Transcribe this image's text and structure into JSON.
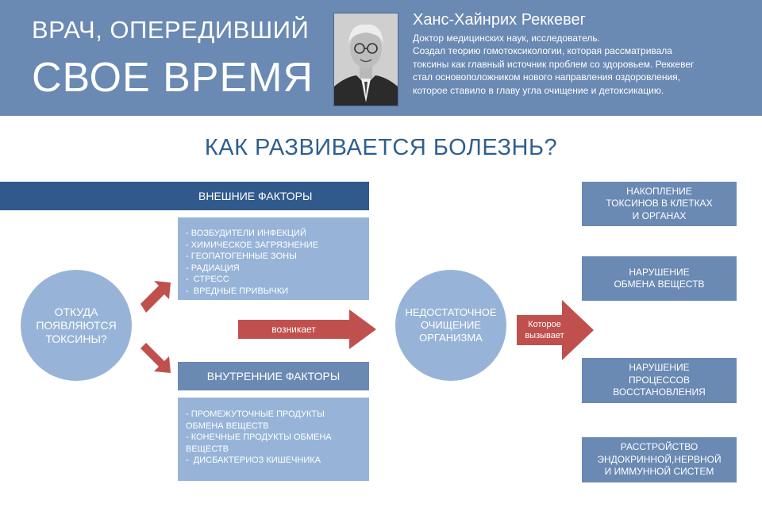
{
  "header": {
    "title_line1": "ВРАЧ, ОПЕРЕДИВШИЙ",
    "title_line2": "СВОЕ ВРЕМЯ",
    "person_name": "Ханс-Хайнрих Реккевег",
    "bio_lines": [
      "Доктор медицинских наук, исследователь.",
      "Создал теорию гомотоксикологии, которая рассматривала",
      "токсины как главный источник проблем со здоровьем. Реккевег",
      "стал основоположником нового направления оздоровления,",
      "которое ставило в главу угла очищение и детоксикацию."
    ]
  },
  "main_title": "КАК РАЗВИВАЕТСЯ БОЛЕЗНЬ?",
  "source_circle": {
    "lines": [
      "ОТКУДА",
      "ПОЯВЛЯЮТСЯ",
      "ТОКСИНЫ?"
    ]
  },
  "external": {
    "title": "ВНЕШНИЕ ФАКТОРЫ",
    "items": [
      "- ВОЗБУДИТЕЛИ ИНФЕКЦИЙ",
      "- ХИМИЧЕСКОЕ ЗАГРЯЗНЕНИЕ",
      "- ГЕОПАТОГЕННЫЕ ЗОНЫ",
      "- РАДИАЦИЯ",
      "-  СТРЕСС",
      "-  ВРЕДНЫЕ ПРИВЫЧКИ"
    ]
  },
  "internal": {
    "title": "ВНУТРЕННИЕ ФАКТОРЫ",
    "items": [
      "- ПРОМЕЖУТОЧНЫЕ ПРОДУКТЫ",
      "ОБМЕНА ВЕЩЕСТВ",
      "- КОНЕЧНЫЕ ПРОДУКТЫ ОБМЕНА",
      "ВЕЩЕСТВ",
      "-  ДИСБАКТЕРИОЗ КИШЕЧНИКА"
    ]
  },
  "arrow_arises": "возникает",
  "middle_circle": {
    "lines": [
      "НЕДОСТАТОЧНОЕ",
      "ОЧИЩЕНИЕ",
      "ОРГАНИЗМА"
    ]
  },
  "arrow_causes": {
    "lines": [
      "Которое",
      "вызывает"
    ]
  },
  "results": [
    {
      "lines": [
        "НАКОПЛЕНИЕ",
        "ТОКСИНОВ В КЛЕТКАХ",
        "И ОРГАНАХ"
      ]
    },
    {
      "lines": [
        "НАРУШЕНИЕ",
        "ОБМЕНА ВЕЩЕСТВ"
      ]
    },
    {
      "lines": [
        "НАРУШЕНИЕ",
        "ПРОЦЕССОВ",
        "ВОССТАНОВЛЕНИЯ"
      ]
    },
    {
      "lines": [
        "РАССТРОЙСТВО",
        "ЭНДОКРИННОЙ,НЕРВНОЙ",
        "И ИММУННОЙ СИСТЕМ"
      ]
    }
  ],
  "colors": {
    "header_bg": "#6a89b3",
    "dark_bar": "#315a8c",
    "light_box": "#97b4d8",
    "arrow_red": "#c0504d",
    "title_blue": "#2e5f8f"
  }
}
